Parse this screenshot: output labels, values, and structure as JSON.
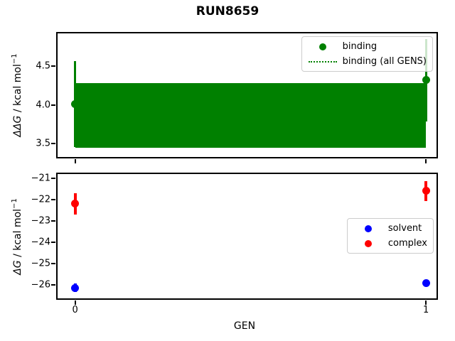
{
  "figure": {
    "title": "RUN8659"
  },
  "colors": {
    "binding": "#008000",
    "solvent": "#0000ff",
    "complex": "#ff0000",
    "spine": "#000000",
    "legend_border": "#cccccc"
  },
  "chart_data": [
    {
      "type": "scatter",
      "ylabel": "ΔΔG / kcal mol−1",
      "ylabel_parts": {
        "math": "ΔΔG",
        "rest": " / kcal mol",
        "sup": "−1"
      },
      "xlim": [
        -0.05,
        1.03
      ],
      "ylim": [
        3.32,
        4.93
      ],
      "grid": false,
      "legend_position": "upper right",
      "yticks": {
        "values": [
          3.5,
          4.0,
          4.5
        ],
        "labels": [
          "3.5",
          "4.0",
          "4.5"
        ]
      },
      "xticks": {
        "values": [
          0,
          1
        ],
        "labels": [
          "",
          ""
        ]
      },
      "series": [
        {
          "name": "binding",
          "color": "#008000",
          "marker": "circle",
          "x": [
            0,
            1
          ],
          "y": [
            4.01,
            4.32
          ],
          "yerr": [
            0.56,
            0.54
          ]
        }
      ],
      "band": {
        "name": "binding (all GENS)",
        "color": "#008000",
        "style": "dotted center line with solid fill band",
        "x_range": [
          0,
          1
        ],
        "center": 3.86,
        "lo": 3.44,
        "hi": 4.28
      },
      "legend": [
        {
          "label": "binding",
          "marker": "dot",
          "color": "#008000"
        },
        {
          "label": "binding (all GENS)",
          "marker": "dotted-line",
          "color": "#008000"
        }
      ]
    },
    {
      "type": "scatter",
      "ylabel": "ΔG / kcal mol−1",
      "ylabel_parts": {
        "math": "ΔG",
        "rest": " / kcal mol",
        "sup": "−1"
      },
      "xlabel": "GEN",
      "xlim": [
        -0.05,
        1.03
      ],
      "ylim": [
        -26.65,
        -20.8
      ],
      "grid": false,
      "legend_position": "center right",
      "yticks": {
        "values": [
          -26,
          -25,
          -24,
          -23,
          -22,
          -21
        ],
        "labels": [
          "−26",
          "−25",
          "−24",
          "−23",
          "−22",
          "−21"
        ]
      },
      "xticks": {
        "values": [
          0,
          1
        ],
        "labels": [
          "0",
          "1"
        ]
      },
      "series": [
        {
          "name": "solvent",
          "color": "#0000ff",
          "marker": "circle",
          "x": [
            0,
            1
          ],
          "y": [
            -26.16,
            -25.93
          ],
          "yerr": [
            0.2,
            0.15
          ]
        },
        {
          "name": "complex",
          "color": "#ff0000",
          "marker": "circle",
          "x": [
            0,
            1
          ],
          "y": [
            -22.2,
            -21.6
          ],
          "yerr": [
            0.5,
            0.48
          ]
        }
      ],
      "legend": [
        {
          "label": "solvent",
          "marker": "dot",
          "color": "#0000ff"
        },
        {
          "label": "complex",
          "marker": "dot",
          "color": "#ff0000"
        }
      ]
    }
  ]
}
